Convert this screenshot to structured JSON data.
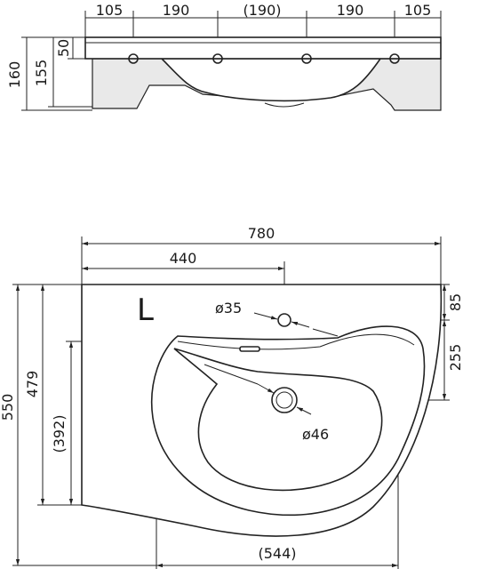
{
  "side_view": {
    "widths": [
      "105",
      "190",
      "(190)",
      "190",
      "105"
    ],
    "heights": [
      "160",
      "155",
      "50"
    ]
  },
  "top_view": {
    "overall_width": "780",
    "drain_offset": "440",
    "bottom_width": "(544)",
    "overall_depth": "550",
    "depth_inner": "479",
    "depth_bowl": "(392)",
    "tap_offset": "85",
    "drain_depth": "255",
    "tap_hole": "ø35",
    "drain_hole": "ø46",
    "variant": "L"
  }
}
